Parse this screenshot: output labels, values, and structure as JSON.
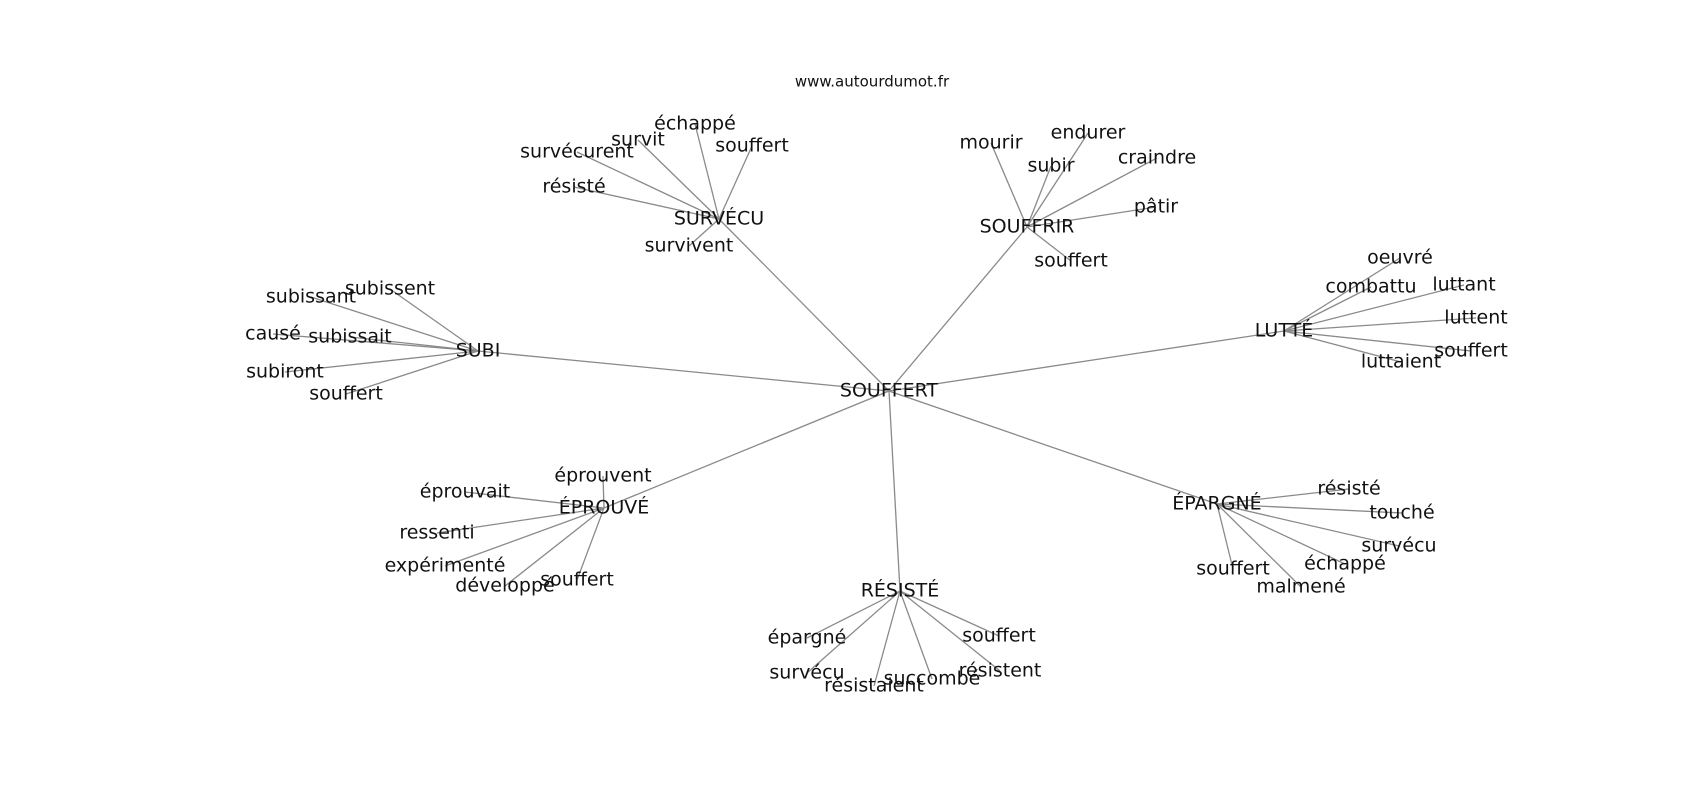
{
  "site": "www.autourdumot.fr",
  "center": "SOUFFERT",
  "clusters": [
    {
      "hub": "SURVÉCU",
      "words": [
        "échappé",
        "survit",
        "souffert",
        "survécurent",
        "résisté",
        "survivent"
      ]
    },
    {
      "hub": "SOUFFRIR",
      "words": [
        "mourir",
        "endurer",
        "subir",
        "craindre",
        "pâtir",
        "souffert"
      ]
    },
    {
      "hub": "LUTTÉ",
      "words": [
        "oeuvré",
        "combattu",
        "luttant",
        "luttent",
        "souffert",
        "luttaient"
      ]
    },
    {
      "hub": "SUBI",
      "words": [
        "subissent",
        "subissant",
        "causé",
        "subissait",
        "subiront",
        "souffert"
      ]
    },
    {
      "hub": "ÉPROUVÉ",
      "words": [
        "éprouvent",
        "éprouvait",
        "ressenti",
        "expérimenté",
        "développé",
        "souffert"
      ]
    },
    {
      "hub": "RÉSISTÉ",
      "words": [
        "épargné",
        "survécu",
        "résistaient",
        "succombé",
        "résistent",
        "souffert"
      ]
    },
    {
      "hub": "ÉPARGNÉ",
      "words": [
        "résisté",
        "touché",
        "survécu",
        "échappé",
        "souffert",
        "malmené"
      ]
    }
  ]
}
